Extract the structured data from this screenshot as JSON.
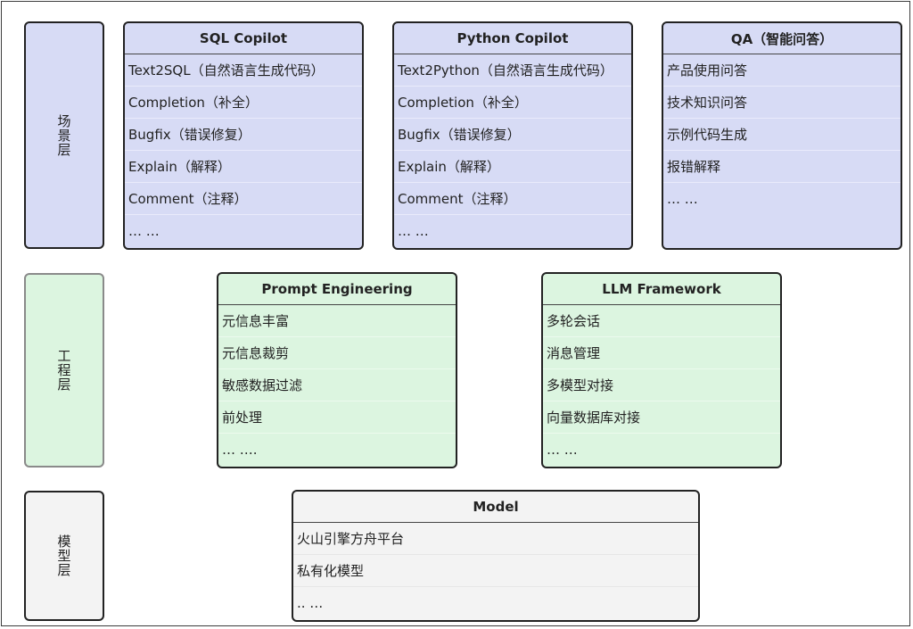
{
  "layers": {
    "scene": "场景层",
    "engineering": "工程层",
    "model": "模型层"
  },
  "sql_copilot": {
    "title": "SQL Copilot",
    "items": [
      "Text2SQL（自然语言生成代码）",
      "Completion（补全）",
      "Bugfix（错误修复）",
      "Explain（解释）",
      "Comment（注释）",
      "… …"
    ]
  },
  "python_copilot": {
    "title": "Python Copilot",
    "items": [
      "Text2Python（自然语言生成代码）",
      "Completion（补全）",
      "Bugfix（错误修复）",
      "Explain（解释）",
      "Comment（注释）",
      "… …"
    ]
  },
  "qa": {
    "title": "QA（智能问答）",
    "items": [
      "产品使用问答",
      "技术知识问答",
      "示例代码生成",
      "报错解释",
      "… …"
    ]
  },
  "prompt_engineering": {
    "title": "Prompt Engineering",
    "items": [
      "元信息丰富",
      "元信息裁剪",
      "敏感数据过滤",
      "前处理",
      "… …."
    ]
  },
  "llm_framework": {
    "title": "LLM Framework",
    "items": [
      "多轮会话",
      "消息管理",
      "多模型对接",
      "向量数据库对接",
      "… …"
    ]
  },
  "model": {
    "title": "Model",
    "items": [
      "火山引擎方舟平台",
      "私有化模型",
      " .. …"
    ]
  }
}
